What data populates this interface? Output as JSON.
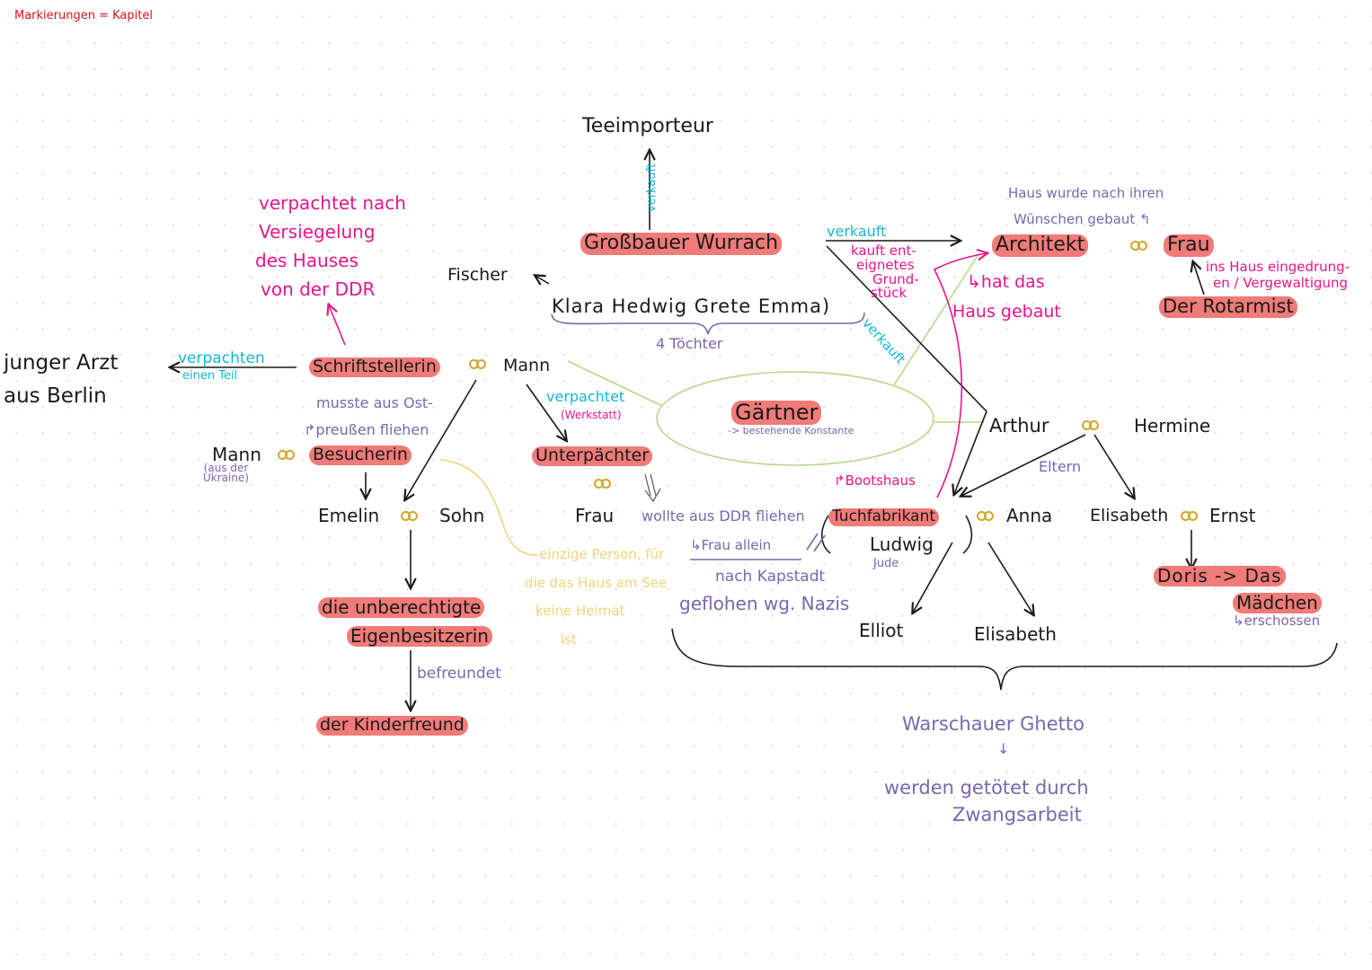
{
  "header": {
    "legend": "Markierungen = Kapitel"
  },
  "colors": {
    "highlight": "#f07b78",
    "ink": "#1a1a1a",
    "pink": "#e5158c",
    "purple": "#7a66ad",
    "cyan": "#15b6d6",
    "yellow": "#ecd57a",
    "green": "#b5d98a",
    "ring": "#d4a52a"
  },
  "icons": {
    "marriage": "marriage-rings-icon"
  },
  "nodes": {
    "teeimporteur": "Teeimporteur",
    "grossbauer": "Großbauer Wurrach",
    "architekt": "Architekt",
    "frau_architekt": "Frau",
    "rotarmist": "Der Rotarmist",
    "fischer": "Fischer",
    "toechter_names": "Klara Hedwig Grete Emma)",
    "junger_arzt_line1": "junger Arzt",
    "junger_arzt_line2": "aus Berlin",
    "schriftstellerin": "Schriftstellerin",
    "mann_schriftstellerin": "Mann",
    "gaertner": "Gärtner",
    "arthur": "Arthur",
    "hermine": "Hermine",
    "mann_ukraine": "Mann",
    "besucherin": "Besucherin",
    "unterpaechter": "Unterpächter",
    "emelin": "Emelin",
    "sohn": "Sohn",
    "frau_unterpaechter": "Frau",
    "tuchfabrikant": "Tuchfabrikant",
    "anna": "Anna",
    "elisabeth_tochter": "Elisabeth",
    "ernst": "Ernst",
    "ludwig": "Ludwig",
    "doris_line1": "Doris -> Das",
    "doris_line2": "Mädchen",
    "eigenbesitzerin_line1": "die unberechtigte",
    "eigenbesitzerin_line2": "Eigenbesitzerin",
    "kinderfreund": "der Kinderfreund",
    "elliot": "Elliot",
    "elisabeth_kind": "Elisabeth"
  },
  "notes": {
    "verpachtet_ddr": [
      "verpachtet nach",
      "Versiegelung",
      "des Hauses",
      "von der DDR"
    ],
    "haus_wuensche": [
      "Haus wurde nach ihren",
      "Wünschen gebaut ↰"
    ],
    "ins_haus": [
      "ins Haus eingedrung-",
      "en / Vergewaltigung"
    ],
    "hat_gebaut": [
      "↳hat das",
      "Haus gebaut"
    ],
    "kauft_grundstueck": [
      "kauft ent-",
      "eignetes",
      "Grund-",
      "stück"
    ],
    "verkauft_top": "verkauft",
    "verkauft_right": "verkauft",
    "verkauft_diag": "verkauft",
    "toechter": "4 Töchter",
    "verpachten": "verpachten",
    "einen_teil": "einen Teil",
    "musste_fliehen": [
      "musste aus Ost-",
      "↱preußen fliehen"
    ],
    "aus_ukraine": [
      "(aus der",
      "Ukraine)"
    ],
    "verpachtet_werkstatt": "verpachtet",
    "werkstatt": "(Werkstatt)",
    "gaertner_sub": "-> bestehende Konstante",
    "eltern": "Eltern",
    "bootshaus": "↱Bootshaus",
    "wollte_fliehen": "wollte aus DDR fliehen",
    "frau_allein": "↳Frau allein",
    "jude": "Jude",
    "kapstadt": "nach Kapstadt",
    "geflohen": "geflohen wg. Nazis",
    "einzige_person": [
      "einzige Person, für",
      "die das Haus am See",
      "keine Heimat",
      "ist"
    ],
    "befreundet": "befreundet",
    "erschossen": "↳erschossen",
    "warschau": "Warschauer Ghetto",
    "arrow_down": "↓",
    "getoetet": [
      "werden getötet durch",
      "Zwangsarbeit"
    ]
  }
}
